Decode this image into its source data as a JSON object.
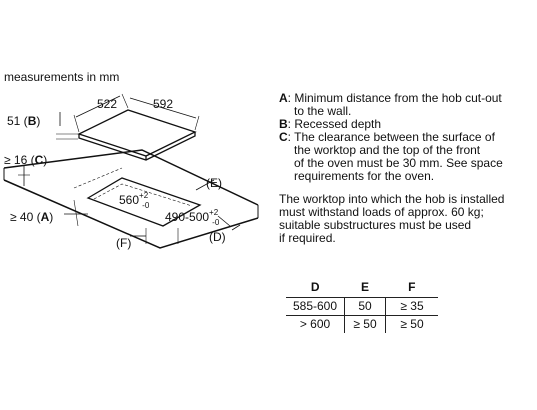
{
  "units_label": "measurements in mm",
  "dims": {
    "top_width": "522",
    "top_depth": "592",
    "hob_height_value": "51 (",
    "hob_height_key": "B",
    "close": ")",
    "c_prefix": "≥ 16 (",
    "c_key": "C",
    "a_prefix": "≥ 40 (",
    "a_key": "A",
    "cut_width": "560",
    "cut_width_tol_up": "+2",
    "cut_width_tol_down": "-0",
    "cut_depth": "490-500",
    "cut_depth_tol_up": "+2",
    "cut_depth_tol_down": "-0",
    "e_label": "(E)",
    "d_label": "(D)",
    "f_label": "(F)"
  },
  "legend": [
    {
      "key": "A",
      "lines": [
        ": Minimum distance from the hob cut-out",
        "to the wall."
      ]
    },
    {
      "key": "B",
      "lines": [
        ": Recessed depth"
      ]
    },
    {
      "key": "C",
      "lines": [
        ": The clearance between the surface of",
        "the worktop and the top of the front",
        "of the oven must be 30 mm. See space",
        "requirements for the oven."
      ]
    }
  ],
  "note_lines": [
    "The worktop into which the hob is installed",
    "must withstand loads of approx. 60 kg;",
    "suitable substructures must be used",
    "if required."
  ],
  "table": {
    "headers": [
      "D",
      "E",
      "F"
    ],
    "rows": [
      [
        "585-600",
        "50",
        "≥ 35"
      ],
      [
        "> 600",
        "≥ 50",
        "≥ 50"
      ]
    ]
  }
}
